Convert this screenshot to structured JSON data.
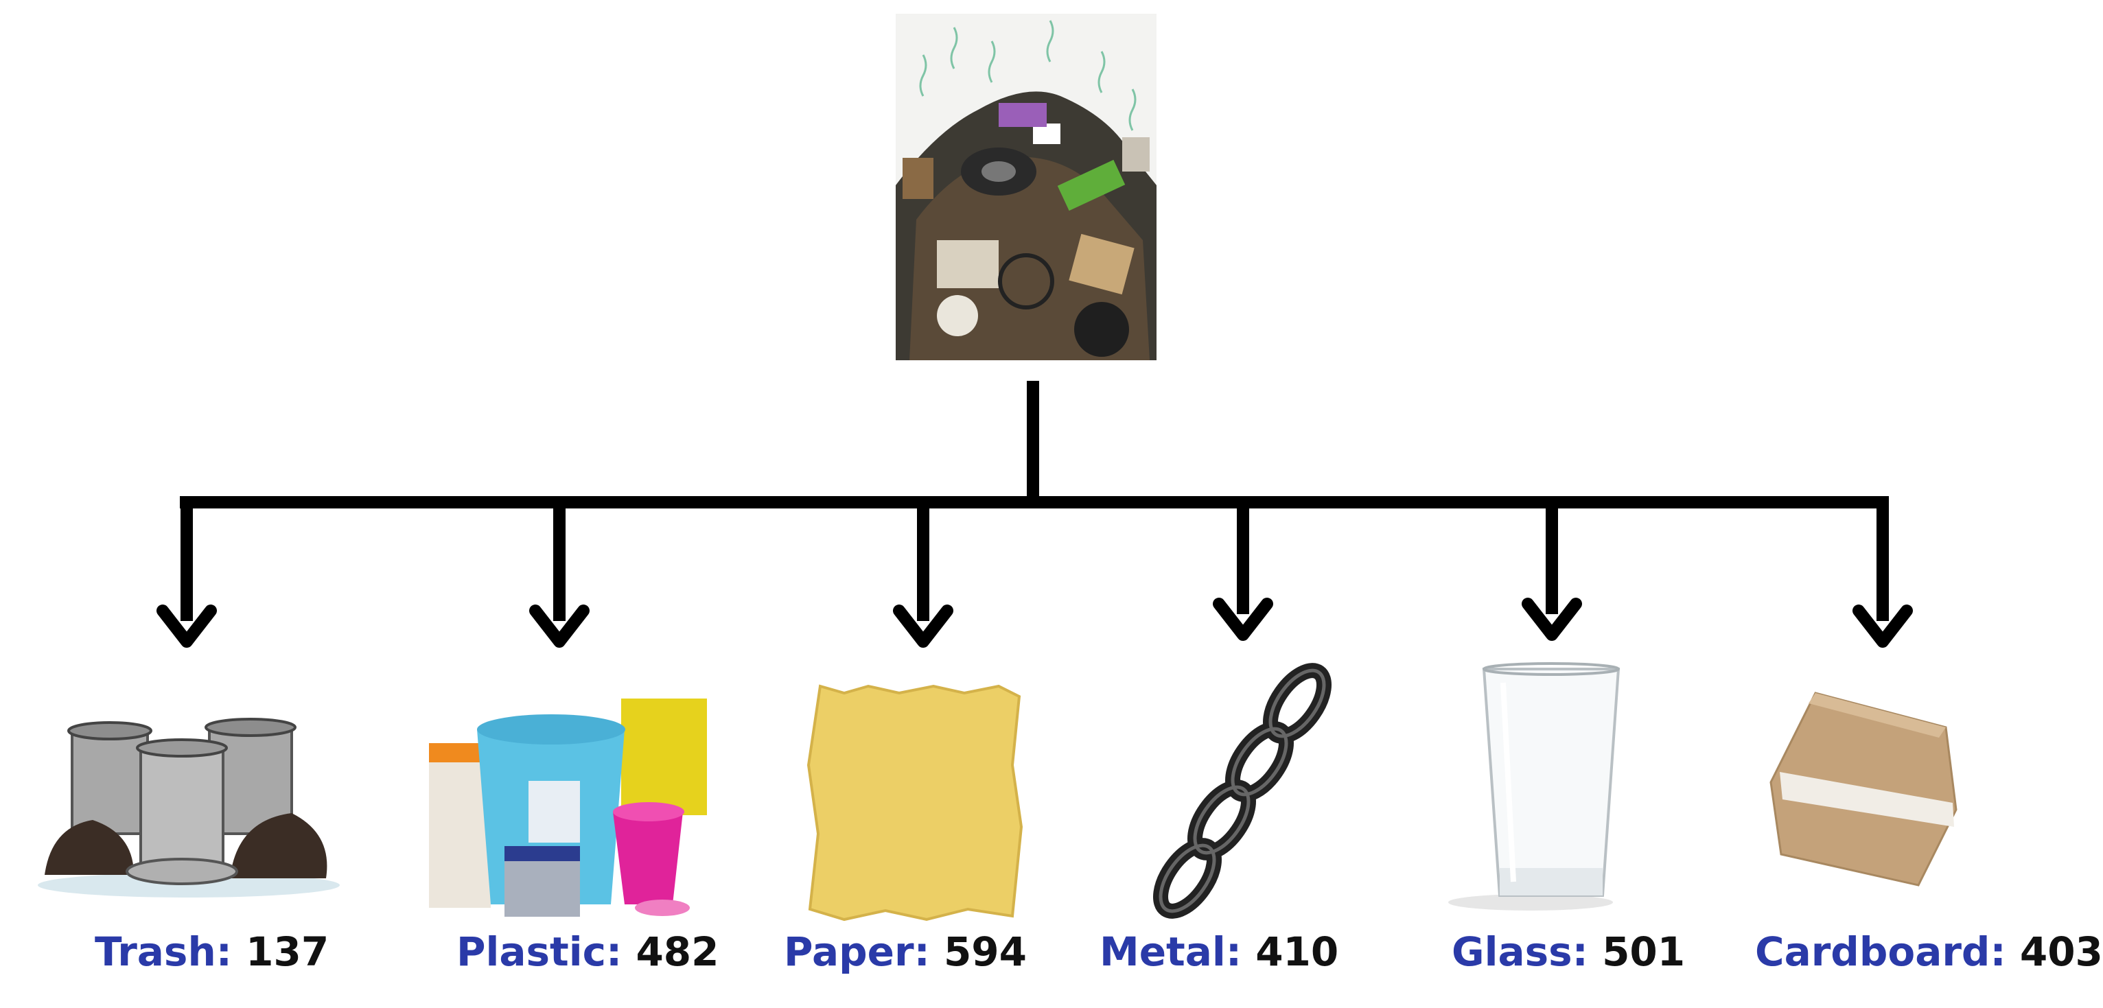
{
  "root": {
    "name": "mixed waste pile",
    "icon": "garbage-pile-icon"
  },
  "categories": [
    {
      "name": "Trash",
      "count": "137",
      "icon": "trash-cans-icon"
    },
    {
      "name": "Plastic",
      "count": "482",
      "icon": "plastic-containers-icon"
    },
    {
      "name": "Paper",
      "count": "594",
      "icon": "paper-sheet-icon"
    },
    {
      "name": "Metal",
      "count": "410",
      "icon": "metal-chain-icon"
    },
    {
      "name": "Glass",
      "count": "501",
      "icon": "drinking-glass-icon"
    },
    {
      "name": "Cardboard",
      "count": "403",
      "icon": "cardboard-box-icon"
    }
  ],
  "colors": {
    "category_label": "#2a3aa8",
    "count_label": "#111111",
    "connector": "#000000"
  }
}
